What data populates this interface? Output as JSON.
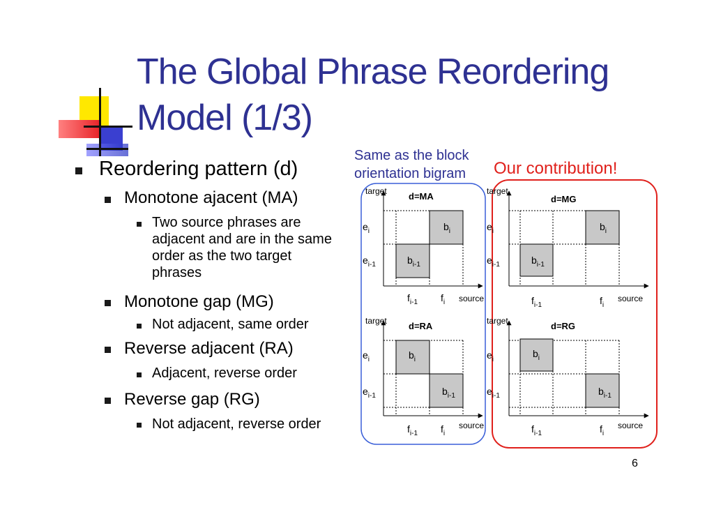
{
  "slide": {
    "title": "The Global Phrase Reordering Model (1/3)",
    "page_number": "6"
  },
  "bullets": {
    "l1": "Reordering pattern (d)",
    "ma": "Monotone ajacent (MA)",
    "ma_sub": "Two source phrases are adjacent and are in the same order as the two target phrases",
    "mg": "Monotone gap (MG)",
    "mg_sub": "Not adjacent, same order",
    "ra": "Reverse adjacent (RA)",
    "ra_sub": "Adjacent, reverse order",
    "rg": "Reverse gap (RG)",
    "rg_sub": "Not adjacent, reverse order"
  },
  "callouts": {
    "same_as": "Same as the block orientation bigram",
    "contribution": "Our contribution!"
  },
  "diagrams": {
    "axis_target": "target",
    "axis_source": "source",
    "ma": "d=MA",
    "mg": "d=MG",
    "ra": "d=RA",
    "rg": "d=RG"
  },
  "colors": {
    "title": "#2e3192",
    "callout_blue": "#2e3192",
    "highlight_red": "#e0201b",
    "block_fill": "#c8c8c8",
    "logo_yellow": "#ffe000",
    "logo_red": "#e8262b",
    "logo_blue": "#2733c4"
  }
}
